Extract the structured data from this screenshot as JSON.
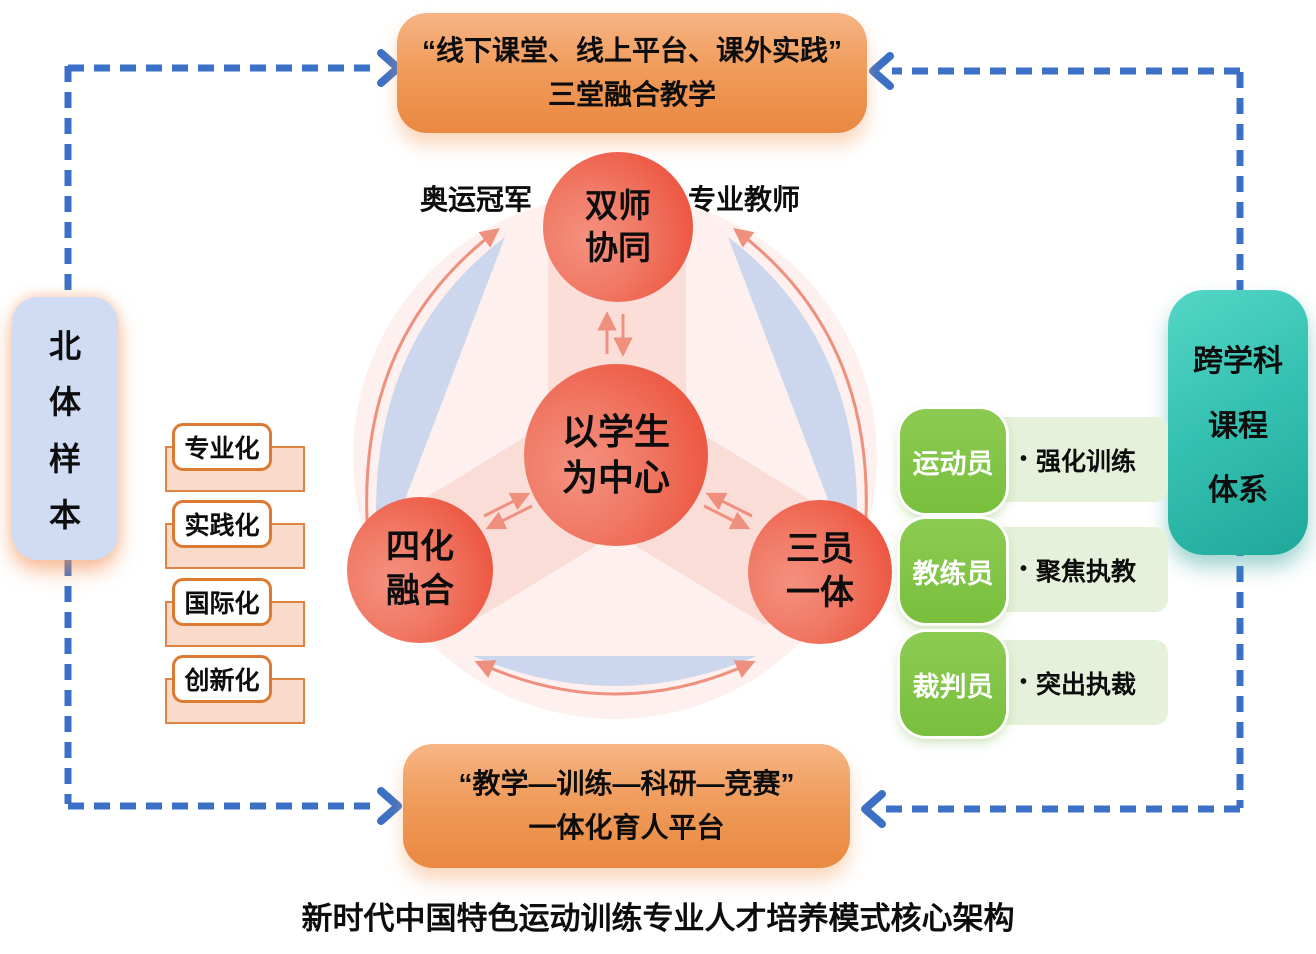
{
  "caption": "新时代中国特色运动训练专业人才培养模式核心架构",
  "top_box": {
    "line1": "“线下课堂、线上平台、课外实践”",
    "line2": "三堂融合教学"
  },
  "bottom_box": {
    "line1": "“教学—训练—科研—竞赛”",
    "line2": "一体化育人平台"
  },
  "left_pill": {
    "chars": [
      "北",
      "体",
      "样",
      "本"
    ]
  },
  "right_pill": {
    "lines": [
      "跨学科",
      "课程",
      "体系"
    ]
  },
  "circles": {
    "top": {
      "line1": "双师",
      "line2": "协同"
    },
    "center": {
      "line1": "以学生",
      "line2": "为中心"
    },
    "left": {
      "line1": "四化",
      "line2": "融合"
    },
    "right": {
      "line1": "三员",
      "line2": "一体"
    }
  },
  "teacher_labels": {
    "left": "奥运冠军",
    "right": "专业教师"
  },
  "four_modernizations": [
    {
      "label": "专业化"
    },
    {
      "label": "实践化"
    },
    {
      "label": "国际化"
    },
    {
      "label": "创新化"
    }
  ],
  "three_roles": [
    {
      "role": "运动员",
      "bullet": "•",
      "desc": "强化训练"
    },
    {
      "role": "教练员",
      "bullet": "•",
      "desc": "聚焦执教"
    },
    {
      "role": "裁判员",
      "bullet": "•",
      "desc": "突出执裁"
    }
  ],
  "colors": {
    "orange_box": "#ee8c47",
    "dashed_connector_blue": "#3b70c6",
    "red_circle": "#ec4f3a",
    "teal_box": "#2fb6a8",
    "green_box": "#7dc244",
    "panel_light_green": "#e5f1da",
    "left_pill_blue": "#cfdcf4",
    "salmon_arrow": "#ef8f7d",
    "lens_light_blue": "#ccd7ee",
    "pale_cycle_circle": "#fdf0ee",
    "pink_band": "#fbd9d3"
  }
}
